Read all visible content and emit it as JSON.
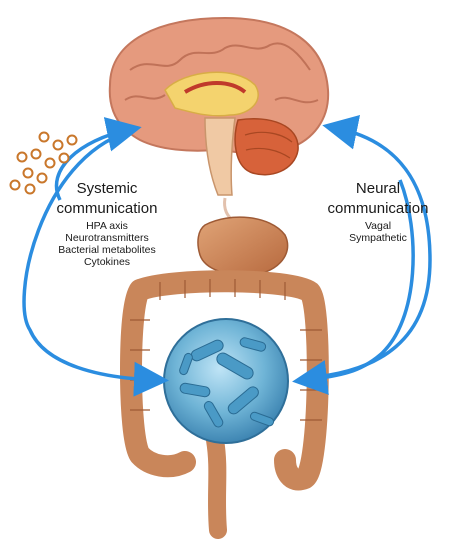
{
  "systemic": {
    "title_line1": "Systemic",
    "title_line2": "communication",
    "items": [
      "HPA axis",
      "Neurotransmitters",
      "Bacterial metabolites",
      "Cytokines"
    ]
  },
  "neural": {
    "title_line1": "Neural",
    "title_line2": "communication",
    "items": [
      "Vagal",
      "Sympathetic"
    ]
  },
  "colors": {
    "arrow": "#2b8de0",
    "brain": "#e59a7e",
    "brain_inner": "#f4d36e",
    "cerebellum": "#d7623a",
    "intestine": "#c9865a",
    "bacteria_bg": "#5fa9cf",
    "particles": "#c9772b"
  },
  "icons": [
    "brain-icon",
    "gut-icon",
    "bacteria-icon",
    "particle-icon"
  ]
}
